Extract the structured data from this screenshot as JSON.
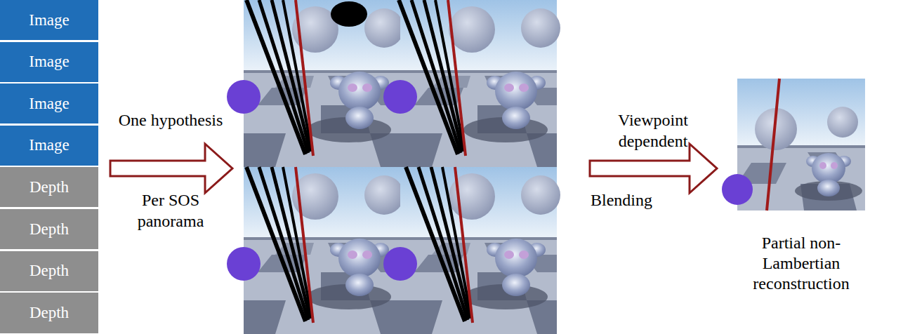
{
  "diagram": {
    "nodes": [
      {
        "text": [
          "Image"
        ]
      },
      {
        "text": [
          "Image"
        ]
      },
      {
        "text": [
          "Image"
        ]
      },
      {
        "text": [
          "Image"
        ]
      },
      {
        "text": [
          "Depth"
        ]
      },
      {
        "text": [
          "Depth"
        ]
      },
      {
        "text": [
          "Depth"
        ]
      },
      {
        "text": [
          "Depth"
        ]
      },
      {
        "text": [
          "Partial non-Lambertian reconstruction"
        ]
      }
    ],
    "labels": [
      "One hypothesis",
      "Per SOS panorama",
      "Viewpoint dependent",
      "Blending"
    ]
  }
}
